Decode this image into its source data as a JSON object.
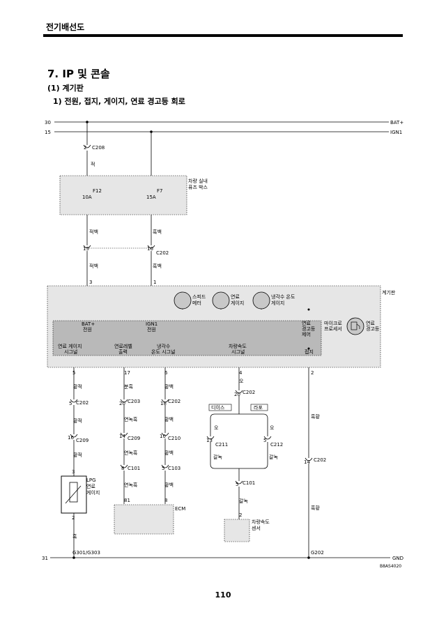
{
  "header": {
    "section": "전기배선도"
  },
  "titles": {
    "main": "7. IP 및 콘솔",
    "sub": "(1) 계기판",
    "subsub": "1) 전원, 접지, 게이지, 연료 경고등 회로"
  },
  "rails": {
    "bat_num": "30",
    "bat_label": "BAT+",
    "ign_num": "15",
    "ign_label": "IGN1",
    "gnd_num": "31",
    "gnd_label": "GND"
  },
  "fuse_box": {
    "label1": "차량 실내",
    "label2": "퓨즈 박스",
    "f12_name": "F12",
    "f12_amp": "10A",
    "f7_name": "F7",
    "f7_amp": "15A"
  },
  "connectors": {
    "c208_pin": "2",
    "c208": "C208",
    "c202_a_pin15": "15",
    "c202_a_pin16": "16",
    "c202_a": "C202",
    "ic_pin3": "3",
    "ic_pin1": "1",
    "ic_pin5": "5",
    "ic_pin17": "17",
    "ic_pin6": "6",
    "ic_pin4": "4",
    "ic_pin2": "2",
    "c202_b_pin": "5",
    "c202_b": "C202",
    "c209_a_pin": "16",
    "c209_a": "C209",
    "c203_pin": "20",
    "c203": "C203",
    "c202_c_pin": "18",
    "c202_c": "C202",
    "c202_d_pin": "20",
    "c202_d": "C202",
    "c209_b_pin": "14",
    "c209_b": "C209",
    "c210_pin": "10",
    "c210": "C210",
    "c211_pin": "13",
    "c211": "C211",
    "c212_pin": "5",
    "c212": "C212",
    "c101_a_pin": "8",
    "c101_a": "C101",
    "c103_pin": "5",
    "c103": "C103",
    "c101_b_pin": "5",
    "c101_b": "C101",
    "c202_e_pin": "14",
    "c202_e": "C202",
    "lpg_pin3": "3",
    "lpg_pin2": "2",
    "ecm_pin81": "81",
    "ecm_pin8": "8",
    "vss_pin2": "2"
  },
  "wires": {
    "w_red": "적",
    "w_rw1": "적백",
    "w_bw1": "흑백",
    "w_rw2": "적백",
    "w_bw2": "흑백",
    "w_yr1": "황적",
    "w_yr2": "황적",
    "w_yr3": "황적",
    "w_pb": "분흑",
    "w_gb1": "연녹흑",
    "w_gb2": "연녹흑",
    "w_gb3": "연녹흑",
    "w_yw1": "황백",
    "w_yw2": "황백",
    "w_yw3": "황백",
    "w_yw4": "황백",
    "w_o1": "오",
    "w_o2": "오",
    "w_o3": "오",
    "w_gg1": "갈녹",
    "w_gg2": "갈녹",
    "w_gg3": "갈녹",
    "w_by1": "흑황",
    "w_by2": "흑황",
    "w_black": "흑"
  },
  "cluster": {
    "title": "계기판",
    "g1a": "스피드",
    "g1b": "메터",
    "g2a": "연료",
    "g2b": "게이지",
    "g3a": "냉각수 온도",
    "g3b": "게이지",
    "bat_a": "BAT+",
    "bat_b": "전원",
    "ign_a": "IGN1",
    "ign_b": "전원",
    "fw_a": "연료",
    "fw_b": "경고등",
    "fw_c": "제어",
    "mp_a": "마이크로",
    "mp_b": "프로세서",
    "lamp_a": "연료",
    "lamp_b": "경고등",
    "p1a": "연료 게이지",
    "p1b": "시그널",
    "p2a": "연료레벨",
    "p2b": "출력",
    "p3a": "냉각수",
    "p3b": "온도 시그널",
    "p4a": "차량속도",
    "p4b": "시그널",
    "p5": "접지"
  },
  "variants": {
    "diesel": "디이스",
    "gasoline": "라포"
  },
  "components": {
    "lpg_a": "LPG",
    "lpg_b": "연료",
    "lpg_c": "게이지",
    "ecm": "ECM",
    "vss_a": "차량속도",
    "vss_b": "센서"
  },
  "grounds": {
    "g301": "G301/G303",
    "g202": "G202"
  },
  "code": "B8AS4020",
  "page_number": "110"
}
